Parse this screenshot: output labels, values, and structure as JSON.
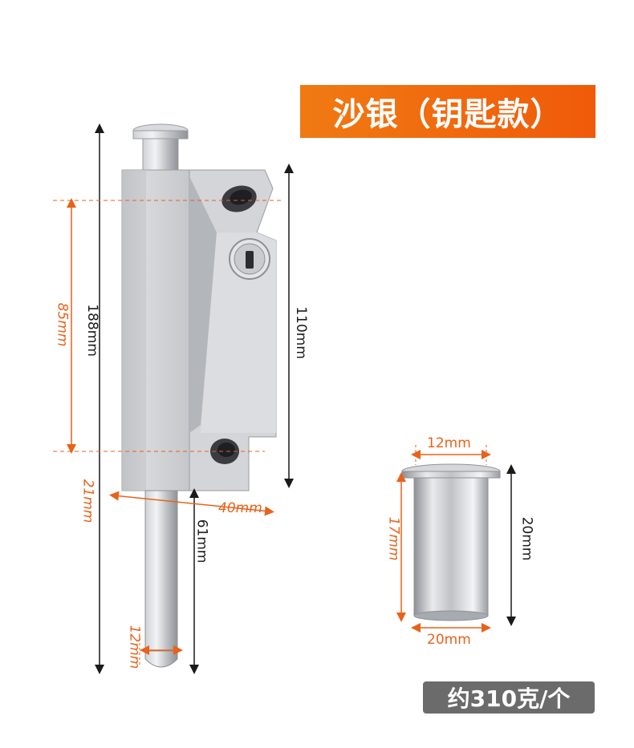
{
  "title": "沙银（钥匙款）",
  "weight": "约310克/个",
  "dimensions": {
    "total_height": "188mm",
    "body_gap": "85mm",
    "head_height": "110mm",
    "pin_offset": "21mm",
    "body_width": "40mm",
    "pin_length": "61mm",
    "pin_diameter": "12mm",
    "sleeve_top": "12mm",
    "sleeve_inner_height": "17mm",
    "sleeve_height": "20mm",
    "sleeve_bottom": "20mm"
  },
  "colors": {
    "accent": "#f06a10",
    "dimension_orange": "#e8621a",
    "badge": "#6b6b6b"
  }
}
